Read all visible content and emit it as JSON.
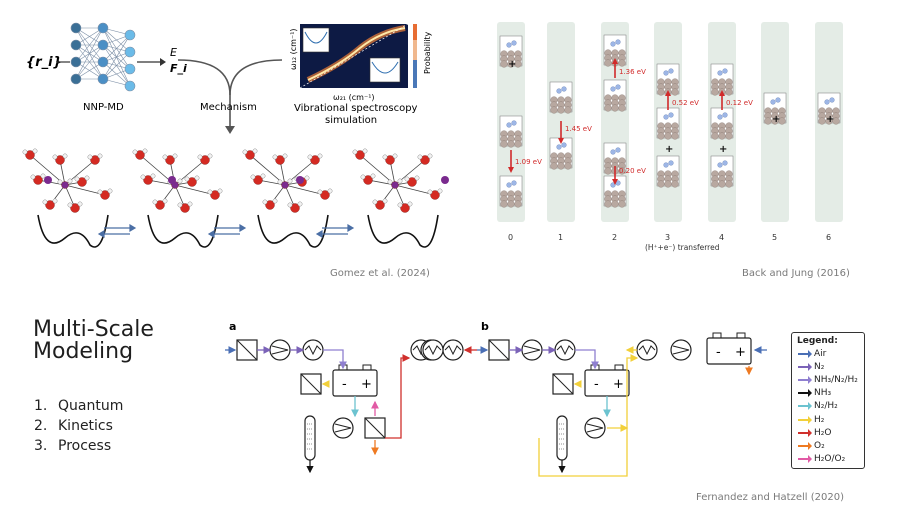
{
  "slide": {
    "title_line1": "Multi-Scale",
    "title_line2": "Modeling",
    "steps": [
      {
        "num": "1.",
        "label": "Quantum"
      },
      {
        "num": "2.",
        "label": "Kinetics"
      },
      {
        "num": "3.",
        "label": "Process"
      }
    ]
  },
  "figure_md": {
    "input_label": "{r_i}",
    "outputs": [
      "E",
      "F_i"
    ],
    "nnp_label": "NNP-MD",
    "mechanism_label": "Mechanism",
    "spectro_label_1": "Vibrational spectroscopy",
    "spectro_label_2": "simulation",
    "y_axis": "ω₁₂ (cm⁻¹)",
    "x_axis": "ω₂₁ (cm⁻¹)",
    "colorbar_label": "Probability",
    "citation": "Gomez et al. (2024)"
  },
  "figure_surface": {
    "energies": [
      "1.09 eV",
      "1.45 eV",
      "1.36 eV",
      "0.20 eV",
      "0.52 eV",
      "0.12 eV"
    ],
    "x_ticks": [
      "0",
      "1",
      "2",
      "3",
      "4",
      "5",
      "6"
    ],
    "x_label": "(H⁺+e⁻) transferred",
    "citation": "Back and Jung (2016)"
  },
  "figure_process": {
    "panel_a": "a",
    "panel_b": "b",
    "legend_title": "Legend:",
    "legend": [
      {
        "label": "Air",
        "color": "#4a6fb5"
      },
      {
        "label": "N₂",
        "color": "#7b63b8"
      },
      {
        "label": "NH₃/N₂/H₂",
        "color": "#8f7fd0"
      },
      {
        "label": "NH₃",
        "color": "#111111"
      },
      {
        "label": "N₂/H₂",
        "color": "#6cc3d0"
      },
      {
        "label": "H₂",
        "color": "#f2d03a"
      },
      {
        "label": "H₂O",
        "color": "#d0302c"
      },
      {
        "label": "O₂",
        "color": "#ee7a22"
      },
      {
        "label": "H₂O/O₂",
        "color": "#e15aa5"
      }
    ],
    "citation": "Fernandez and Hatzell (2020)"
  }
}
